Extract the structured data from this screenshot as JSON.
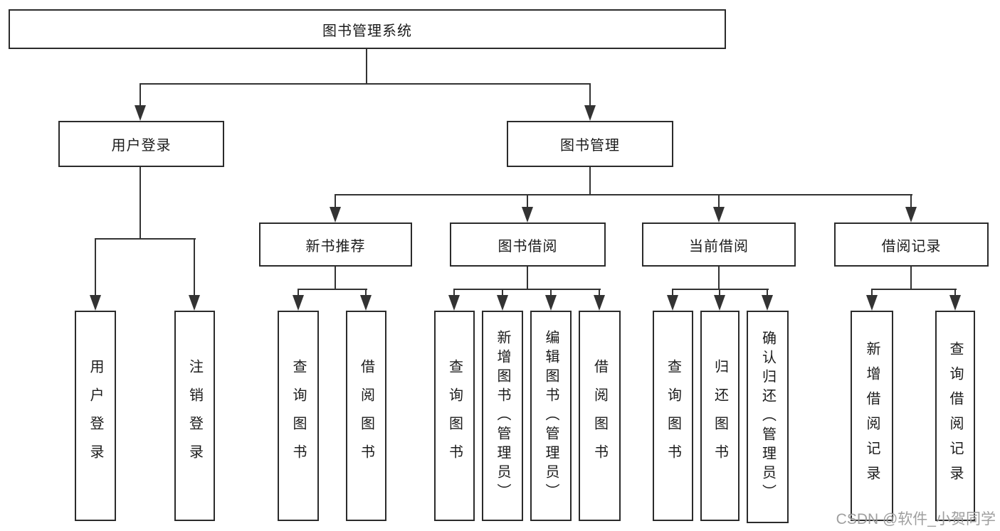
{
  "nodes": {
    "root": "图书管理系统",
    "user_login": "用户登录",
    "book_management": "图书管理",
    "login_children": [
      "用户登录",
      "注销登录"
    ],
    "management_children": [
      "新书推荐",
      "图书借阅",
      "当前借阅",
      "借阅记录"
    ],
    "new_book_children": [
      "查询图书",
      "借阅图书"
    ],
    "book_borrow_children": [
      "查询图书",
      "新增图书（管理员）",
      "编辑图书（管理员）",
      "借阅图书"
    ],
    "current_borrow_children": [
      "查询图书",
      "归还图书",
      "确认归还（管理员）"
    ],
    "borrow_record_children": [
      "新增借阅记录",
      "查询借阅记录"
    ]
  },
  "watermark": {
    "text": "CSDN @软件_小贺同学"
  }
}
